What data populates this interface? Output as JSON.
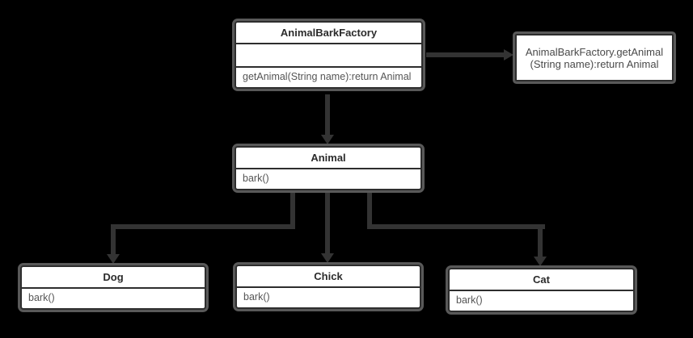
{
  "diagram_type": "uml-class-diagram",
  "colors": {
    "bg": "#000000",
    "box_fill": "#ffffff",
    "box_border": "#2d2d2d",
    "box_ring": "#595959",
    "line": "#333333",
    "title_text": "#2b2b2b",
    "member_text": "#555555"
  },
  "classes": {
    "factory": {
      "title": "AnimalBarkFactory",
      "fields": "",
      "method": "getAnimal(String name):return Animal"
    },
    "animal": {
      "title": "Animal",
      "method": "bark()"
    },
    "dog": {
      "title": "Dog",
      "method": "bark()"
    },
    "chick": {
      "title": "Chick",
      "method": "bark()"
    },
    "cat": {
      "title": "Cat",
      "method": "bark()"
    }
  },
  "note": {
    "text": "AnimalBarkFactory.getAnimal(String name):return Animal"
  },
  "relations": [
    "AnimalBarkFactory -> Animal",
    "AnimalBarkFactory -> note",
    "Animal -> Dog",
    "Animal -> Chick",
    "Animal -> Cat"
  ]
}
